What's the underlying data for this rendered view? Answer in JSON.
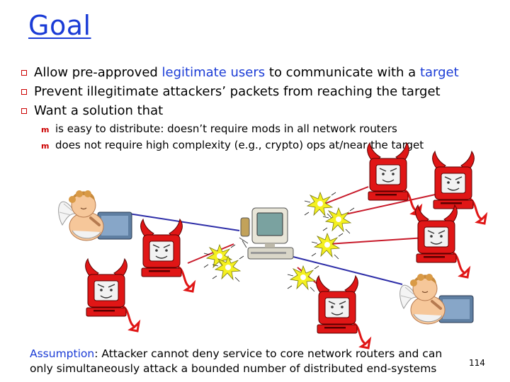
{
  "slide": {
    "title": "Goal",
    "bullets": [
      {
        "pre": "Allow pre-approved ",
        "hl1": "legitimate users",
        "mid": " to communicate with a ",
        "hl2": "target"
      },
      {
        "text": "Prevent illegitimate attackers’ packets from reaching the target"
      },
      {
        "text": "Want a solution that"
      }
    ],
    "subbullets": [
      "is easy to distribute: doesn’t require mods in all network routers",
      "does not require high complexity (e.g., crypto) ops at/near the target"
    ],
    "assumption": {
      "label": "Assumption",
      "line1": ": Attacker cannot deny service to core network routers and can",
      "line2": "only simultaneously attack a bounded number of distributed end-systems"
    },
    "page_number": "114"
  },
  "colors": {
    "title": "#1a3bd6",
    "highlight": "#1a3bd6",
    "bullet_marker": "#cc0000",
    "attacker": "#e01616",
    "attack_arrow": "#c81a2a",
    "user_arrow": "#2e2ea8",
    "spark": "#f4f020"
  },
  "icons": [
    "cupid-user-icon",
    "devil-attacker-icon",
    "target-computer-icon",
    "spark-icon"
  ]
}
